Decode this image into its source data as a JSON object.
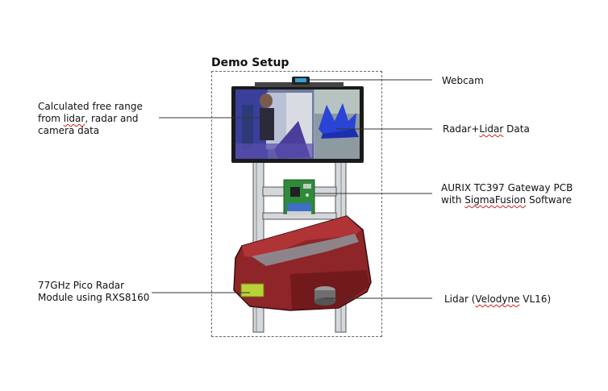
{
  "title": "Demo Setup",
  "labels": {
    "webcam": "Webcam",
    "radar_lidar": {
      "line1_a": "Radar+",
      "line1_b": "Lidar",
      "line1_c": " Data"
    },
    "aurix": {
      "line1": "AURIX TC397 Gateway PCB",
      "line2_a": "with ",
      "line2_b": "SigmaFusion",
      "line2_c": " Software"
    },
    "lidar": {
      "a": "Lidar (",
      "b": "Velodyne",
      "c": " VL16)"
    },
    "free_range": {
      "line1": "Calculated free range",
      "line2_a": "from ",
      "line2_b": "lidar",
      "line2_c": ", radar and",
      "line3": "camera data"
    },
    "radar": {
      "line1": "77GHz Pico Radar",
      "line2": "Module using RXS8160"
    }
  },
  "colors": {
    "housing": "#8e2528",
    "frame": "#c9ccd1",
    "pcb": "#2f8a3a",
    "screen_blue": "#2a44d6"
  }
}
